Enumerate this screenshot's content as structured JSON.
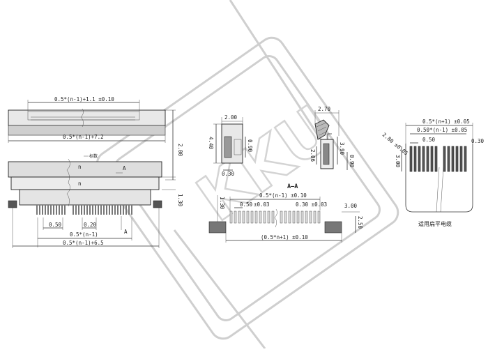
{
  "dimensions": {
    "top_inner_width": "0.5*(n-1)+1.1 ±0.10",
    "top_outer_width": "0.5*(n-1)+7.2",
    "top_height": "2.00",
    "mid_n_label": "n",
    "mid_pitch_label": "标数",
    "mid_section_label": "A",
    "mid_height": "1.30",
    "bottom_pitch": "0.50",
    "bottom_pin_width": "0.20",
    "bottom_span": "0.5*(n-1)",
    "bottom_total": "0.5*(n-1)+6.5",
    "side_width": "2.00",
    "side_height": "4.40",
    "side_gap": "0.90",
    "side_foot": "0.30",
    "section_width": "2.70",
    "section_h1": "2.06",
    "section_h2": "3.90",
    "section_h3": "0.90",
    "section_label": "A—A",
    "fpc_total": "0.5*(n+1) ±0.05",
    "fpc_pin_span": "0.50*(n-1) ±0.05",
    "fpc_pitch": "0.50",
    "fpc_edge": "0.30",
    "fpc_angle": "2.80 ±0.05",
    "fpc_contact_len": "3.00",
    "fpc_caption": "适用扁平电缆",
    "pad_span": "0.5*(n-1) ±0.10",
    "pad_pitch": "0.50",
    "pad_tol": "±0.03",
    "pad_width": "0.30 ±0.03",
    "pad_height": "1.30",
    "pad_side": "3.00",
    "pad_side_h": "2.50",
    "pad_total": "(0.5*n+1) ±0.10"
  },
  "watermark": {
    "text": "KKU"
  }
}
